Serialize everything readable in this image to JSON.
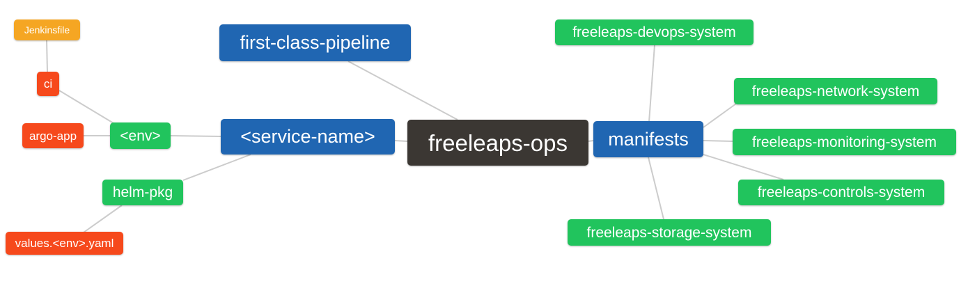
{
  "diagram": {
    "colors": {
      "branch_blue": "#2066B2",
      "leaf_green": "#21C45D",
      "file_red": "#F6491C",
      "jenkins_amber": "#F5A623",
      "root_dark": "#3B3733",
      "edge_gray": "#CCCCCC",
      "node_text": "#FFFFFF"
    },
    "nodes": {
      "jenkinsfile": {
        "label": "Jenkinsfile",
        "color": "#F5A623"
      },
      "ci": {
        "label": "ci",
        "color": "#F6491C"
      },
      "argo_app": {
        "label": "argo-app",
        "color": "#F6491C"
      },
      "env": {
        "label": "<env>",
        "color": "#21C45D"
      },
      "service_name": {
        "label": "<service-name>",
        "color": "#2066B2"
      },
      "first_class_pipeline": {
        "label": "first-class-pipeline",
        "color": "#2066B2"
      },
      "freeleaps_ops": {
        "label": "freeleaps-ops",
        "color": "#3B3733"
      },
      "manifests": {
        "label": "manifests",
        "color": "#2066B2"
      },
      "devops_system": {
        "label": "freeleaps-devops-system",
        "color": "#21C45D"
      },
      "network_system": {
        "label": "freeleaps-network-system",
        "color": "#21C45D"
      },
      "monitoring_system": {
        "label": "freeleaps-monitoring-system",
        "color": "#21C45D"
      },
      "controls_system": {
        "label": "freeleaps-controls-system",
        "color": "#21C45D"
      },
      "storage_system": {
        "label": "freeleaps-storage-system",
        "color": "#21C45D"
      },
      "helm_pkg": {
        "label": "helm-pkg",
        "color": "#21C45D"
      },
      "values_env_yaml": {
        "label": "values.<env>.yaml",
        "color": "#F6491C"
      }
    },
    "edges": [
      {
        "from": "Jenkinsfile",
        "to": "ci"
      },
      {
        "from": "ci",
        "to": "<env>"
      },
      {
        "from": "argo-app",
        "to": "<env>"
      },
      {
        "from": "<env>",
        "to": "<service-name>"
      },
      {
        "from": "helm-pkg",
        "to": "<service-name>"
      },
      {
        "from": "values.<env>.yaml",
        "to": "helm-pkg"
      },
      {
        "from": "first-class-pipeline",
        "to": "freeleaps-ops"
      },
      {
        "from": "<service-name>",
        "to": "freeleaps-ops"
      },
      {
        "from": "freeleaps-ops",
        "to": "manifests"
      },
      {
        "from": "manifests",
        "to": "freeleaps-devops-system"
      },
      {
        "from": "manifests",
        "to": "freeleaps-network-system"
      },
      {
        "from": "manifests",
        "to": "freeleaps-monitoring-system"
      },
      {
        "from": "manifests",
        "to": "freeleaps-controls-system"
      },
      {
        "from": "manifests",
        "to": "freeleaps-storage-system"
      }
    ]
  }
}
